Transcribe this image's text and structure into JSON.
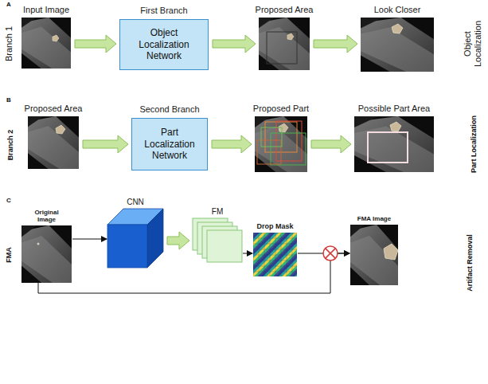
{
  "diagram": {
    "nodes": [
      {
        "text": [
          "Input Image"
        ]
      },
      {
        "text": [
          "First Branch",
          "Object Localization Network"
        ]
      },
      {
        "text": [
          "Proposed Area"
        ]
      },
      {
        "text": [
          "Look Closer"
        ]
      },
      {
        "text": [
          "Proposed Area"
        ]
      },
      {
        "text": [
          "Second Branch",
          "Part Localization Network"
        ]
      },
      {
        "text": [
          "Proposed Part"
        ]
      },
      {
        "text": [
          "Possible Part Area"
        ]
      },
      {
        "text": [
          "Original Image"
        ]
      },
      {
        "text": [
          "CNN"
        ]
      },
      {
        "text": [
          "FM"
        ]
      },
      {
        "text": [
          "Drop Mask"
        ]
      },
      {
        "text": [
          "FMA Image"
        ]
      }
    ],
    "edges": [
      {
        "from": 0,
        "to": 1,
        "arrow": "to"
      },
      {
        "from": 1,
        "to": 2,
        "arrow": "to"
      },
      {
        "from": 2,
        "to": 3,
        "arrow": "to"
      },
      {
        "from": 4,
        "to": 5,
        "arrow": "to"
      },
      {
        "from": 5,
        "to": 6,
        "arrow": "to"
      },
      {
        "from": 6,
        "to": 7,
        "arrow": "to"
      },
      {
        "from": 8,
        "to": 9,
        "arrow": "to"
      },
      {
        "from": 9,
        "to": 10,
        "arrow": "to"
      },
      {
        "from": 10,
        "to": 11,
        "arrow": "to"
      },
      {
        "from": 11,
        "to": 12,
        "arrow": "to"
      },
      {
        "from": 8,
        "to": 12,
        "arrow": "to"
      }
    ],
    "labels": [
      "A",
      "Branch 1",
      "Object Localization",
      "B",
      "Branch 2",
      "Part Localization",
      "C",
      "FMA",
      "Artifact Removal"
    ]
  }
}
